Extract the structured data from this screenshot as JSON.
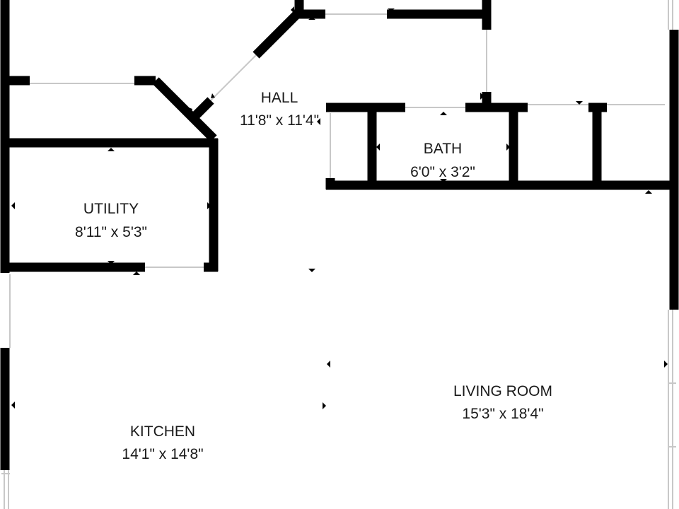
{
  "rooms": [
    {
      "id": "hall",
      "name": "HALL",
      "dims": "11'8\" x 11'4\""
    },
    {
      "id": "bath",
      "name": "BATH",
      "dims": "6'0\" x 3'2\""
    },
    {
      "id": "utility",
      "name": "UTILITY",
      "dims": "8'11\" x 5'3\""
    },
    {
      "id": "living-room",
      "name": "LIVING ROOM",
      "dims": "15'3\" x 18'4\""
    },
    {
      "id": "kitchen",
      "name": "KITCHEN",
      "dims": "14'1\" x 14'8\""
    }
  ],
  "colors": {
    "wall": "#000000",
    "background": "#ffffff",
    "opening": "#c8c8c8",
    "text": "#1a1a1a"
  }
}
